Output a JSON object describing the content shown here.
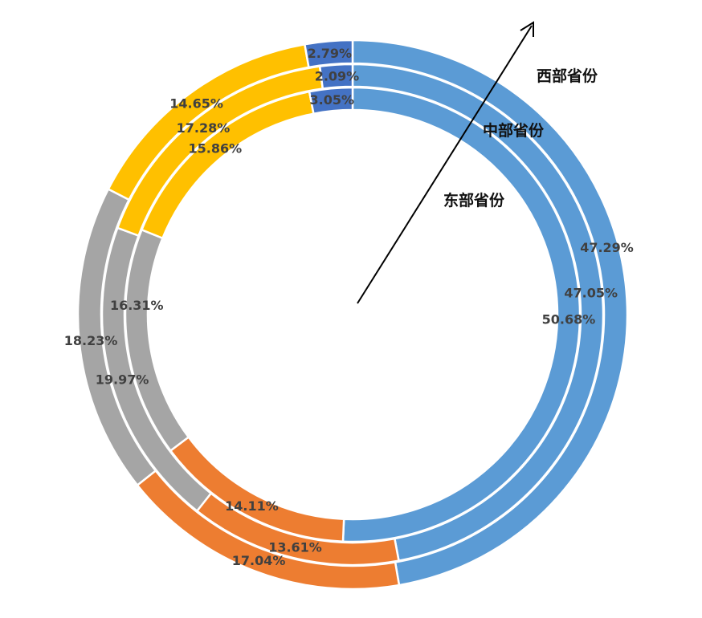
{
  "chart_data": {
    "type": "pie",
    "subtype": "multi-ring-donut",
    "title": "",
    "start": "top",
    "direction": "clockwise",
    "segment_colors": [
      "#5B9BD5",
      "#ED7D31",
      "#A5A5A5",
      "#FFC000",
      "#4472C4"
    ],
    "rings": [
      {
        "name": "西部省份",
        "position": "outer",
        "values": [
          47.29,
          17.04,
          18.23,
          14.65,
          2.79
        ],
        "labels": [
          "47.29%",
          "17.04%",
          "18.23%",
          "14.65%",
          "2.79%"
        ]
      },
      {
        "name": "中部省份",
        "position": "middle",
        "values": [
          47.05,
          13.61,
          19.97,
          17.28,
          2.09
        ],
        "labels": [
          "47.05%",
          "13.61%",
          "19.97%",
          "17.28%",
          "2.09%"
        ]
      },
      {
        "name": "东部省份",
        "position": "inner",
        "values": [
          50.68,
          14.11,
          16.31,
          15.86,
          3.05
        ],
        "labels": [
          "50.68%",
          "14.11%",
          "16.31%",
          "15.86%",
          "3.05%"
        ]
      }
    ]
  }
}
